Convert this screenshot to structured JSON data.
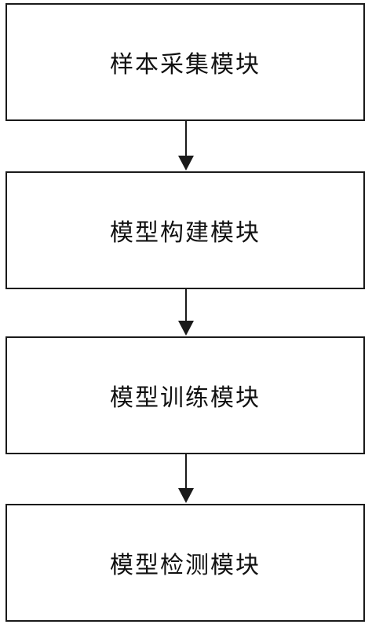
{
  "diagram": {
    "nodes": [
      {
        "label": "样本采集模块"
      },
      {
        "label": "模型构建模块"
      },
      {
        "label": "模型训练模块"
      },
      {
        "label": "模型检测模块"
      }
    ],
    "edges": [
      {
        "from": 0,
        "to": 1
      },
      {
        "from": 1,
        "to": 2
      },
      {
        "from": 2,
        "to": 3
      }
    ],
    "colors": {
      "line": "#1a1a1a",
      "text": "#111111",
      "background": "#ffffff"
    }
  }
}
